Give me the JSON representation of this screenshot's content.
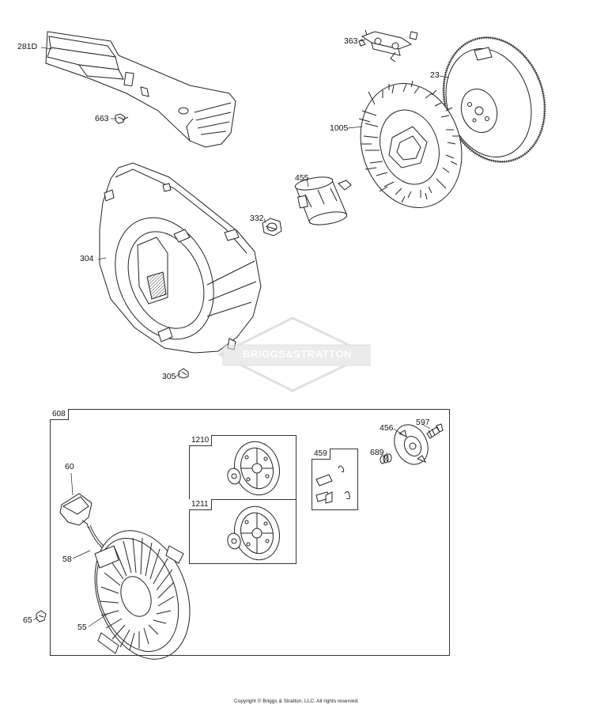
{
  "parts": {
    "p281D": "281D",
    "p663": "663",
    "p363": "363",
    "p23": "23",
    "p1005": "1005",
    "p455": "455",
    "p332": "332",
    "p304": "304",
    "p305": "305",
    "p608": "608",
    "p456": "456",
    "p597": "597",
    "p689": "689",
    "p459": "459",
    "p1210": "1210",
    "p1211": "1211",
    "p60": "60",
    "p58": "58",
    "p65": "65",
    "p55": "55"
  },
  "watermark": "BRIGGS&STRATTON",
  "copyright": "Copyright © Briggs & Stratton, LLC. All rights reserved."
}
